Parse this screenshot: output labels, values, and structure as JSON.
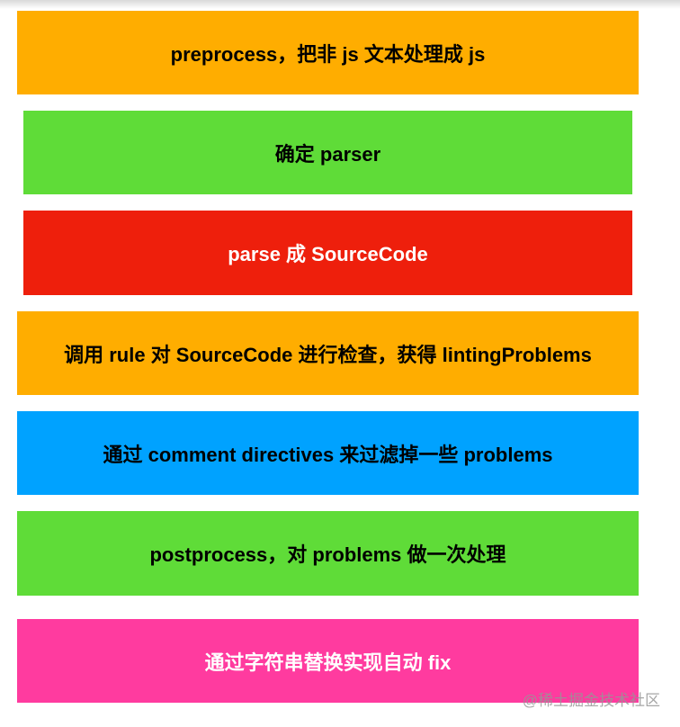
{
  "steps": [
    {
      "label": "preprocess，把非 js 文本处理成 js",
      "bg": "#FFAD00",
      "fg": "#000000"
    },
    {
      "label": "确定 parser",
      "bg": "#5FDC38",
      "fg": "#000000"
    },
    {
      "label": "parse 成 SourceCode",
      "bg": "#EE1F0C",
      "fg": "#FFFFFF"
    },
    {
      "label": "调用 rule 对 SourceCode 进行检查，获得 lintingProblems",
      "bg": "#FFAD00",
      "fg": "#000000"
    },
    {
      "label": "通过 comment directives 来过滤掉一些 problems",
      "bg": "#00A2FF",
      "fg": "#000000"
    },
    {
      "label": "postprocess，对 problems 做一次处理",
      "bg": "#5FDC38",
      "fg": "#000000"
    },
    {
      "label": "通过字符串替换实现自动 fix",
      "bg": "#FF3B9F",
      "fg": "#FFFFFF"
    }
  ],
  "watermark": "@稀土掘金技术社区"
}
